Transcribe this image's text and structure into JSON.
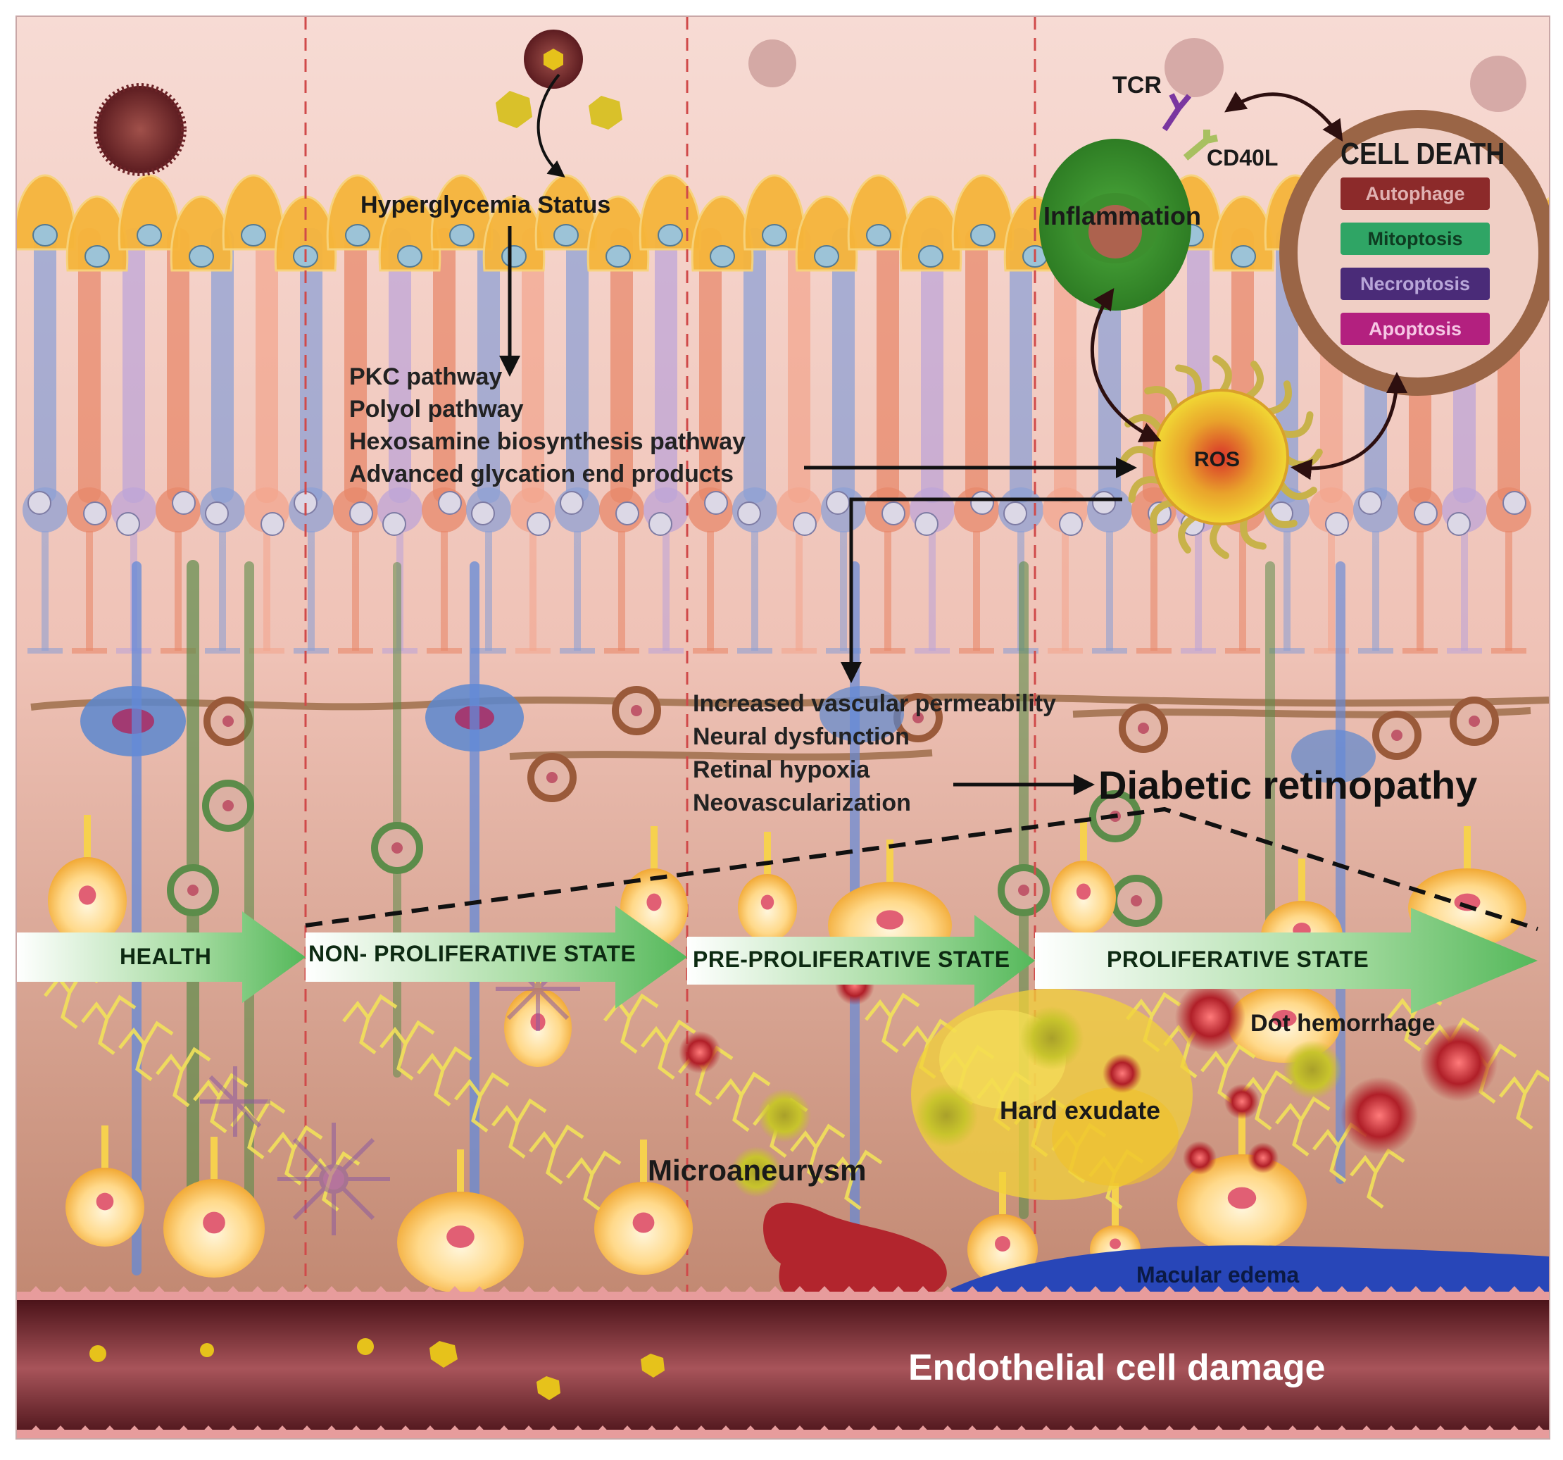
{
  "top_labels": {
    "hyperglycemia": "Hyperglycemia Status",
    "tcr": "TCR",
    "cd40l": "CD40L",
    "inflammation": "Inflammation",
    "ros": "ROS"
  },
  "pathways": [
    "PKC pathway",
    "Polyol pathway",
    "Hexosamine biosynthesis pathway",
    "Advanced glycation end products"
  ],
  "cell_death": {
    "title": "CELL DEATH",
    "items": [
      {
        "label": "Autophage",
        "color": "#8c2a2a"
      },
      {
        "label": "Mitoptosis",
        "color": "#2fa565"
      },
      {
        "label": "Necroptosis",
        "color": "#4a2b78"
      },
      {
        "label": "Apoptosis",
        "color": "#b3207f"
      }
    ]
  },
  "effects": [
    "Increased vascular permeability",
    "Neural dysfunction",
    "Retinal hypoxia",
    "Neovascularization"
  ],
  "outcome": "Diabetic retinopathy",
  "states": [
    "HEALTH",
    "NON- PROLIFERATIVE STATE",
    "PRE-PROLIFERATIVE STATE",
    "PROLIFERATIVE STATE"
  ],
  "lesions": {
    "dot_hemorrhage": "Dot hemorrhage",
    "hard_exudate": "Hard exudate",
    "microaneurysm": "Microaneurysm",
    "macular_edema": "Macular edema"
  },
  "vessel_label": "Endothelial cell damage",
  "colors": {
    "background_top": "#f6d6cf",
    "background_bottom": "#b57a63",
    "arrow_green": "#5cbf5f",
    "vessel": "#6b1f26",
    "macular_edema": "#2846b8",
    "ros": "#e4c322"
  }
}
